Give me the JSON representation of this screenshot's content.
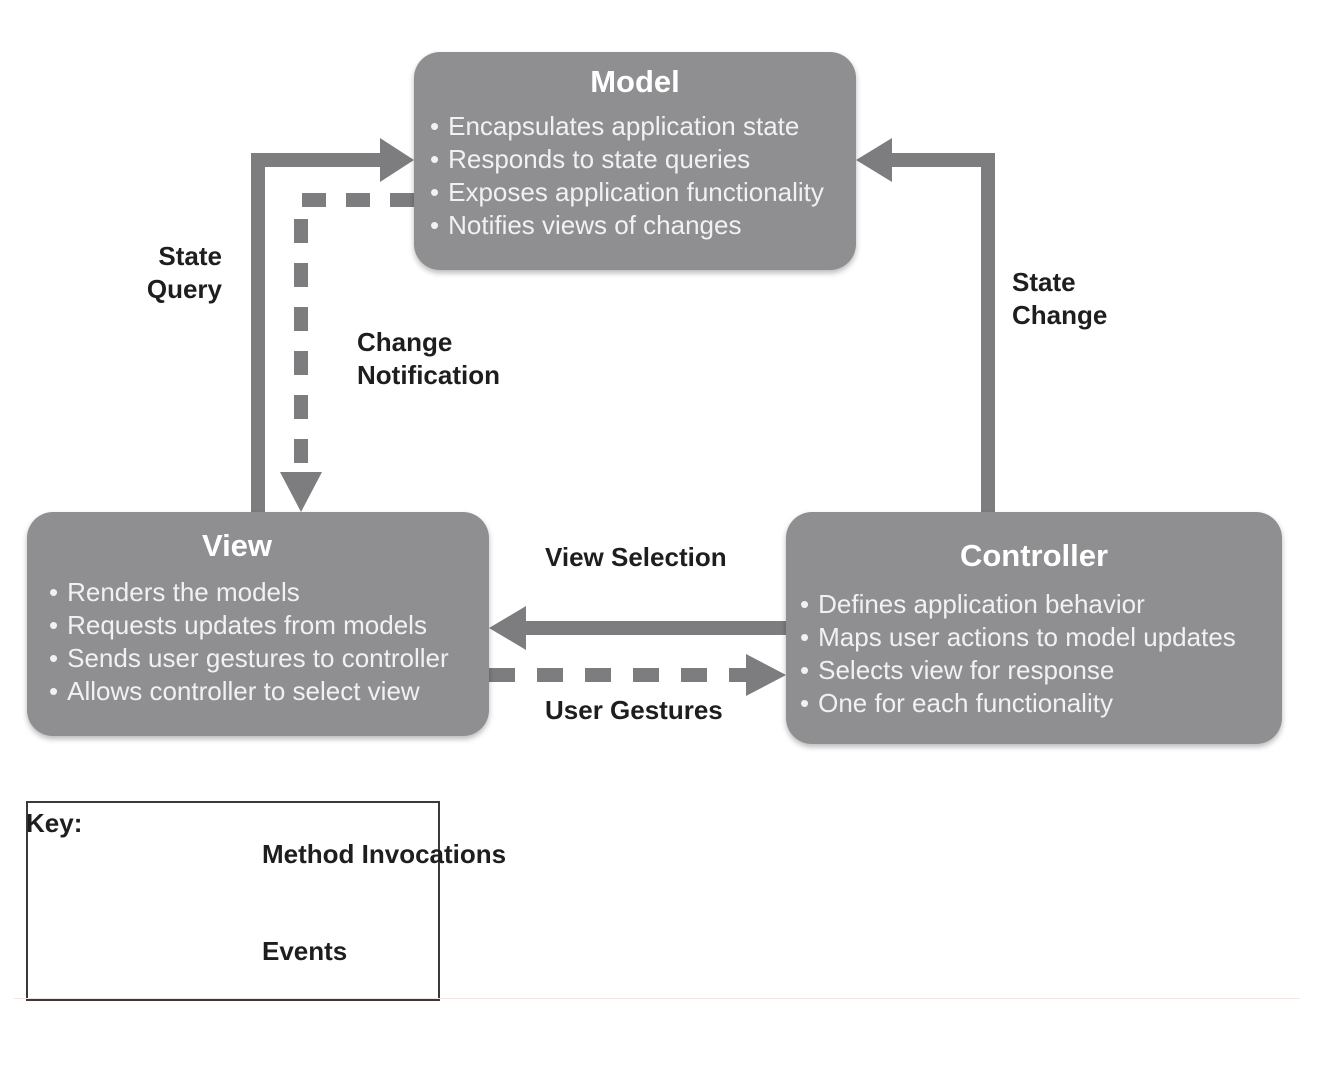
{
  "model": {
    "title": "Model",
    "items": [
      "Encapsulates application state",
      "Responds to state queries",
      "Exposes application functionality",
      "Notifies views of changes"
    ]
  },
  "view": {
    "title": "View",
    "items": [
      "Renders the models",
      "Requests updates from models",
      "Sends user gestures to controller",
      "Allows controller to select view"
    ]
  },
  "controller": {
    "title": "Controller",
    "items": [
      "Defines application behavior",
      "Maps user actions to model updates",
      "Selects view for response",
      "One for each functionality"
    ]
  },
  "edges": {
    "state_query": "State\nQuery",
    "change_notification": "Change\nNotification",
    "state_change": "State\nChange",
    "view_selection": "View Selection",
    "user_gestures": "User Gestures"
  },
  "key": {
    "title": "Key:",
    "method": "Method\nInvocations",
    "events": "Events"
  },
  "colors": {
    "box_fill": "#8f8f91",
    "arrow": "#7d7d7f",
    "label_text": "#1e1e1e"
  }
}
